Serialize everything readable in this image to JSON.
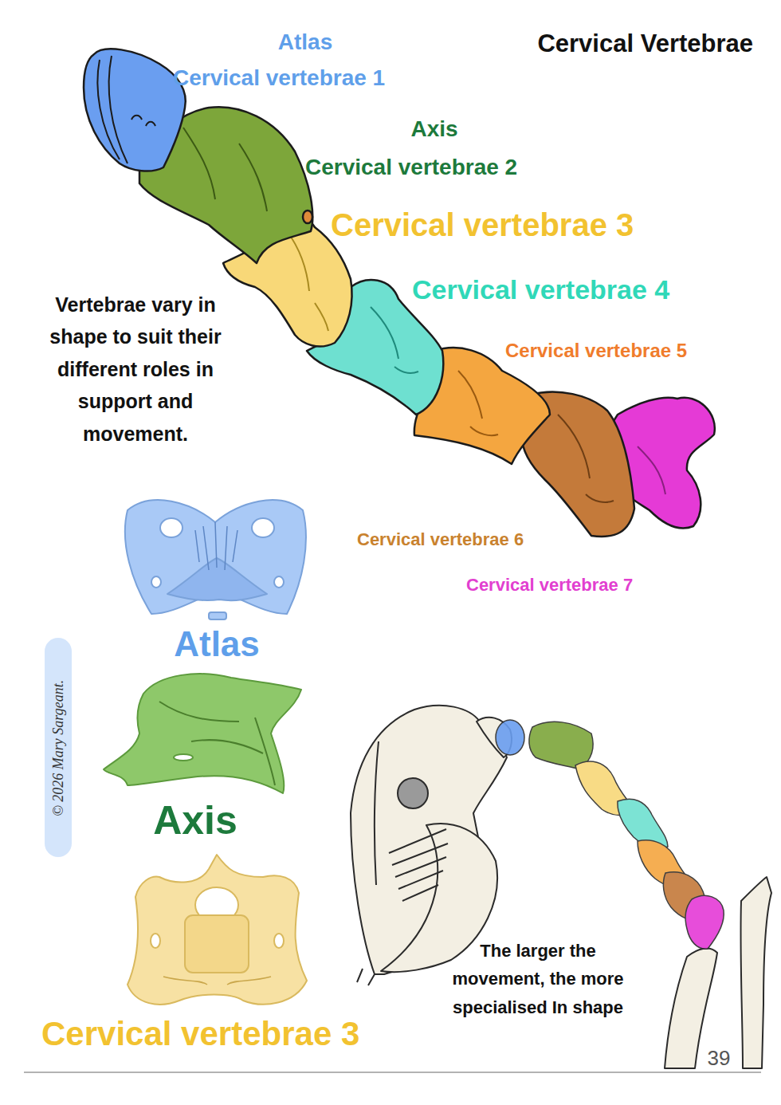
{
  "diagram": {
    "title": "Cervical Vertebrae",
    "labels": [
      "Atlas",
      "Cervical vertebrae 1",
      "Axis",
      "Cervical vertebrae 2",
      "Cervical vertebrae 3",
      "Cervical vertebrae 4",
      "Cervical vertebrae 5",
      "Cervical vertebrae 6",
      "Cervical vertebrae 7",
      "Vertebrae vary in shape to suit their different roles in support and movement.",
      "Atlas",
      "Axis",
      "Cervical vertebrae 3",
      "The larger the movement, the more specialised In shape",
      "© 2026 Mary Sargeant.",
      "39"
    ]
  }
}
